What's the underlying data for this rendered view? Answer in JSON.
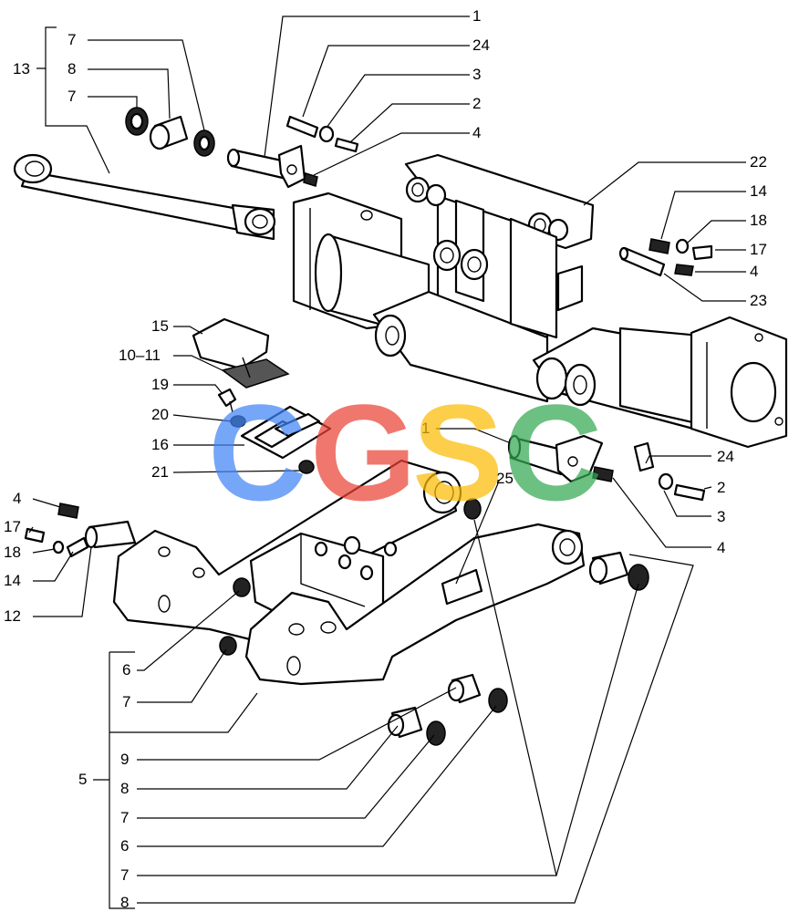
{
  "watermark": {
    "letters": [
      "C",
      "G",
      "S",
      "C"
    ],
    "colors": [
      "#4285F4",
      "#EA4335",
      "#FBBC05",
      "#34A853"
    ]
  },
  "callouts": [
    {
      "id": "c1",
      "text": "1"
    },
    {
      "id": "c24a",
      "text": "24"
    },
    {
      "id": "c3a",
      "text": "3"
    },
    {
      "id": "c2a",
      "text": "2"
    },
    {
      "id": "c4a",
      "text": "4"
    },
    {
      "id": "c7a",
      "text": "7"
    },
    {
      "id": "c8a",
      "text": "8"
    },
    {
      "id": "c7b",
      "text": "7"
    },
    {
      "id": "c13",
      "text": "13"
    },
    {
      "id": "c22",
      "text": "22"
    },
    {
      "id": "c14a",
      "text": "14"
    },
    {
      "id": "c18a",
      "text": "18"
    },
    {
      "id": "c17a",
      "text": "17"
    },
    {
      "id": "c4b",
      "text": "4"
    },
    {
      "id": "c23",
      "text": "23"
    },
    {
      "id": "c15",
      "text": "15"
    },
    {
      "id": "c1011",
      "text": "10–11"
    },
    {
      "id": "c19",
      "text": "19"
    },
    {
      "id": "c20",
      "text": "20"
    },
    {
      "id": "c16",
      "text": "16"
    },
    {
      "id": "c21",
      "text": "21"
    },
    {
      "id": "c1b",
      "text": "1"
    },
    {
      "id": "c24b",
      "text": "24"
    },
    {
      "id": "c2b",
      "text": "2"
    },
    {
      "id": "c3b",
      "text": "3"
    },
    {
      "id": "c4c",
      "text": "4"
    },
    {
      "id": "c25",
      "text": "25"
    },
    {
      "id": "c4d",
      "text": "4"
    },
    {
      "id": "c17b",
      "text": "17"
    },
    {
      "id": "c18b",
      "text": "18"
    },
    {
      "id": "c14b",
      "text": "14"
    },
    {
      "id": "c12",
      "text": "12"
    },
    {
      "id": "c6a",
      "text": "6"
    },
    {
      "id": "c7c",
      "text": "7"
    },
    {
      "id": "c5",
      "text": "5"
    },
    {
      "id": "c9",
      "text": "9"
    },
    {
      "id": "c8b",
      "text": "8"
    },
    {
      "id": "c7d",
      "text": "7"
    },
    {
      "id": "c6b",
      "text": "6"
    },
    {
      "id": "c7e",
      "text": "7"
    },
    {
      "id": "c8c",
      "text": "8"
    }
  ]
}
